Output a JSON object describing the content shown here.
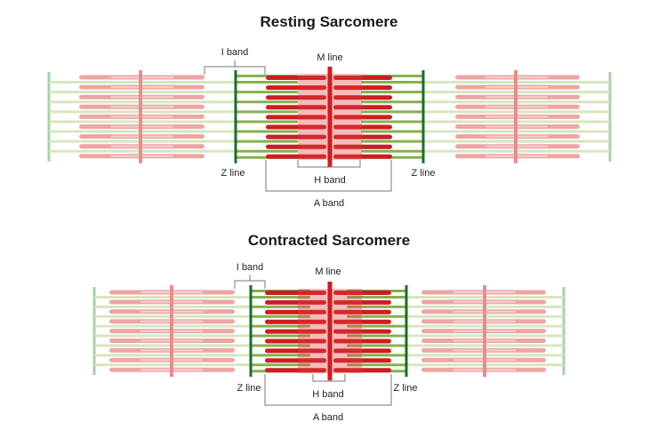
{
  "colors": {
    "faded_actin": "#d7e6bf",
    "faded_myosin": "#efa5a5",
    "faded_zline": "#a9cfa9",
    "faded_mline": "#e48f8f",
    "actin": "#86b04f",
    "myosin": "#cc1e22",
    "myosin_light": "#e24040",
    "zline": "#1f6b2a",
    "mline": "#cc1e22",
    "bracket": "#777777",
    "text": "#222222"
  },
  "diagrams": [
    {
      "id": "resting",
      "title": "Resting Sarcomere",
      "labels": {
        "i_band": "I band",
        "m_line": "M line",
        "z_line_left": "Z line",
        "z_line_right": "Z line",
        "h_band": "H band",
        "a_band": "A band"
      }
    },
    {
      "id": "contracted",
      "title": "Contracted Sarcomere",
      "labels": {
        "i_band": "I band",
        "m_line": "M line",
        "z_line_left": "Z line",
        "z_line_right": "Z line",
        "h_band": "H band",
        "a_band": "A band"
      }
    }
  ]
}
